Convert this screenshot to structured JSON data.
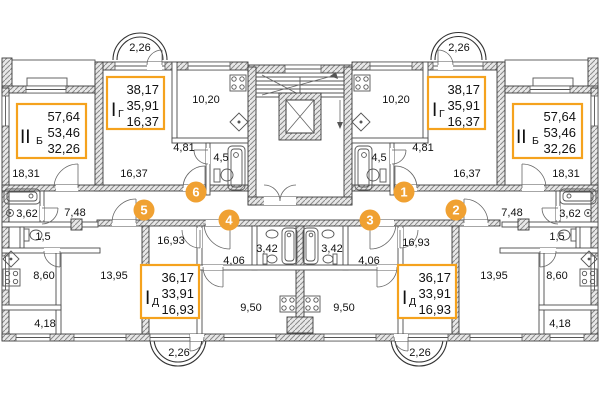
{
  "plan_title": "apartment-floor-plan",
  "colors": {
    "accent": "#f0a132",
    "box_border": "#f5a21d",
    "wall": "#3a3a3a"
  },
  "units": [
    "1",
    "2",
    "3",
    "4",
    "5",
    "6"
  ],
  "apartments": [
    {
      "key": "iib-left",
      "type_main": "II",
      "type_sub": "Б",
      "total": "57,64",
      "living": "53,46",
      "rooms_area": "32,26"
    },
    {
      "key": "ig-left",
      "type_main": "I",
      "type_sub": "Г",
      "total": "38,17",
      "living": "35,91",
      "rooms_area": "16,37"
    },
    {
      "key": "ig-right",
      "type_main": "I",
      "type_sub": "Г",
      "total": "38,17",
      "living": "35,91",
      "rooms_area": "16,37"
    },
    {
      "key": "iib-right",
      "type_main": "II",
      "type_sub": "Б",
      "total": "57,64",
      "living": "53,46",
      "rooms_area": "32,26"
    },
    {
      "key": "id-left",
      "type_main": "I",
      "type_sub": "Д",
      "total": "36,17",
      "living": "33,91",
      "rooms_area": "16,93"
    },
    {
      "key": "id-right",
      "type_main": "I",
      "type_sub": "Д",
      "total": "36,17",
      "living": "33,91",
      "rooms_area": "16,93"
    }
  ],
  "labels": {
    "balcony_tl": "2,26",
    "balcony_tr": "2,26",
    "balcony_bl": "2,26",
    "balcony_br": "2,26",
    "kitchen_1020_l": "10,20",
    "kitchen_1020_r": "10,20",
    "room_1831_l": "18,31",
    "room_1831_r": "18,31",
    "room_1637_l": "16,37",
    "room_1637_r": "16,37",
    "hall_481_l": "4,81",
    "hall_481_r": "4,81",
    "bath_45_l": "4,5",
    "bath_45_r": "4,5",
    "bath_362_l": "3,62",
    "bath_362_r": "3,62",
    "hall_748_l": "7,48",
    "hall_748_r": "7,48",
    "wc_15_l": "1,5",
    "wc_15_r": "1,5",
    "kitchen_860_l": "8,60",
    "kitchen_860_r": "8,60",
    "room_418_l": "4,18",
    "room_418_r": "4,18",
    "room_1395_l": "13,95",
    "room_1395_r": "13,95",
    "room_1693_l": "16,93",
    "room_1693_r": "16,93",
    "hall_406_l": "4,06",
    "hall_406_r": "4,06",
    "bath_342_l": "3,42",
    "bath_342_r": "3,42",
    "kitchen_950_l": "9,50",
    "kitchen_950_r": "9,50"
  }
}
